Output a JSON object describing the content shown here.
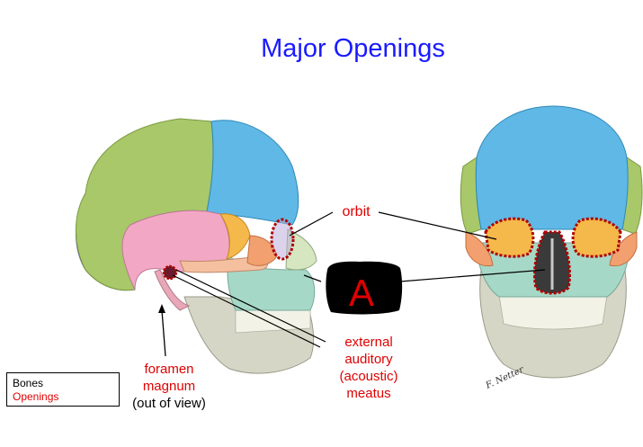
{
  "title": "Major Openings",
  "labels": {
    "orbit": "orbit",
    "foramen_line1": "foramen",
    "foramen_line2": "magnum",
    "foramen_note": "(out of view)",
    "ear_line1": "external",
    "ear_line2": "auditory",
    "ear_line3": "(acoustic)",
    "ear_line4": "meatus",
    "answer_mark": "A"
  },
  "legend": {
    "bones": "Bones",
    "openings": "Openings"
  },
  "signature": "F. Netter",
  "colors": {
    "title": "#1a1aff",
    "openings": "#e00000",
    "frontal": "#5fb8e6",
    "parietal": "#a8c86a",
    "occipital": "#8a7fd0",
    "temporal": "#f2a8c4",
    "sphenoid": "#f5b84a",
    "maxilla": "#a6d8c8",
    "mandible": "#d6d6c6"
  }
}
